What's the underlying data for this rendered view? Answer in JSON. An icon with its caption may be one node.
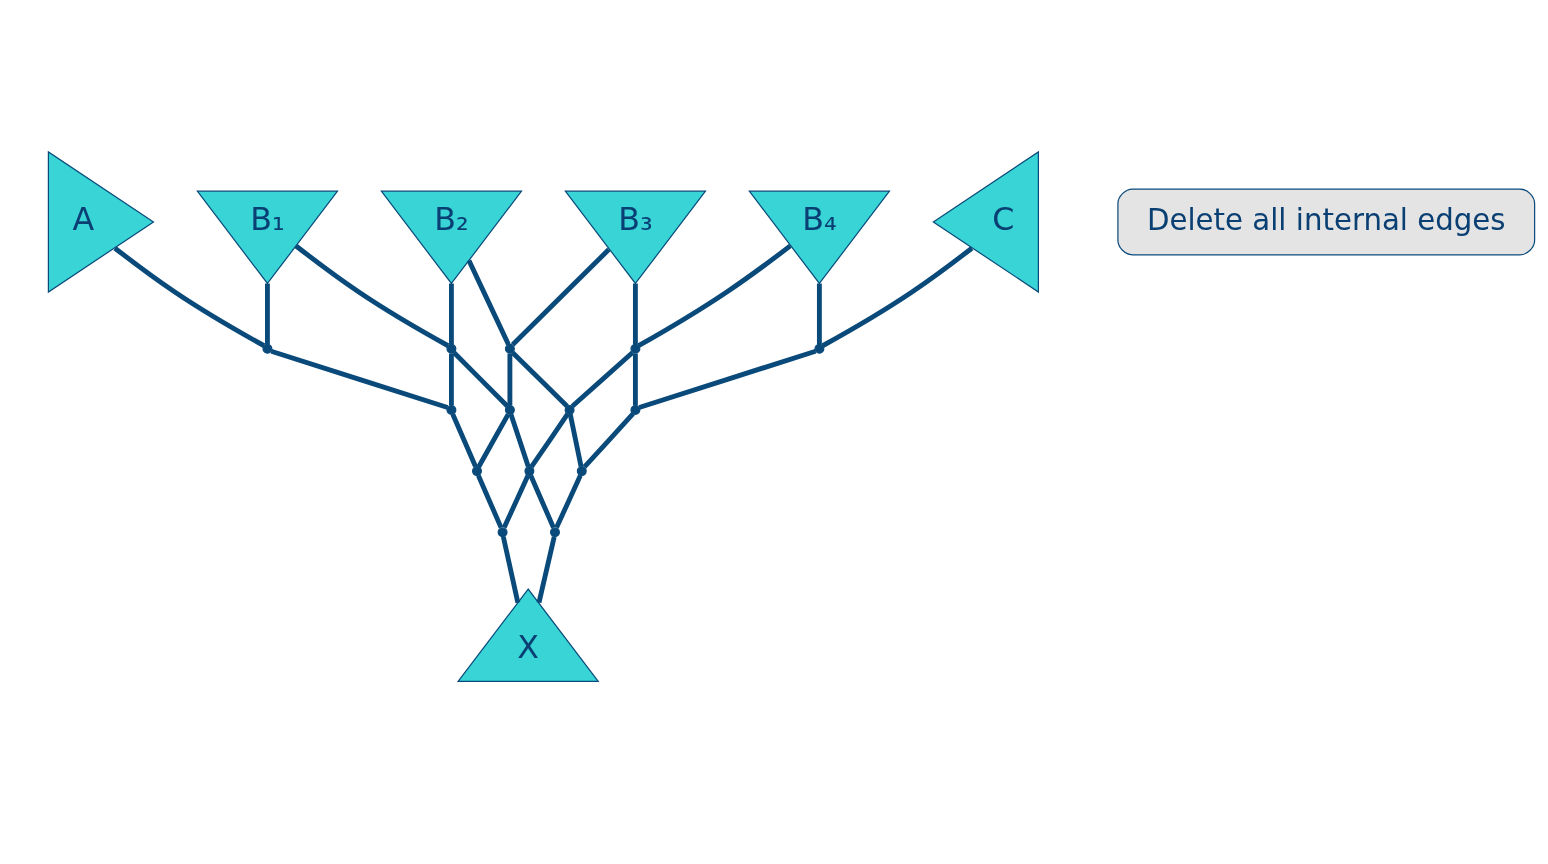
{
  "diagram": {
    "nodes": [
      {
        "text": [
          "A"
        ]
      },
      {
        "text": [
          "B₁"
        ]
      },
      {
        "text": [
          "B₂"
        ]
      },
      {
        "text": [
          "B₃"
        ]
      },
      {
        "text": [
          "B₄"
        ]
      },
      {
        "text": [
          "C"
        ]
      },
      {
        "text": [
          "X"
        ]
      },
      {
        "text": [
          "Delete all internal edges"
        ]
      },
      {
        "text": [],
        "shape": "point"
      },
      {
        "text": [],
        "shape": "point"
      },
      {
        "text": [],
        "shape": "point"
      },
      {
        "text": [],
        "shape": "point"
      },
      {
        "text": [],
        "shape": "point"
      },
      {
        "text": [],
        "shape": "point"
      },
      {
        "text": [],
        "shape": "point"
      },
      {
        "text": [],
        "shape": "point"
      },
      {
        "text": [],
        "shape": "point"
      },
      {
        "text": [],
        "shape": "point"
      },
      {
        "text": [],
        "shape": "point"
      },
      {
        "text": [],
        "shape": "point"
      },
      {
        "text": [],
        "shape": "point"
      },
      {
        "text": [],
        "shape": "point"
      }
    ],
    "edges": [
      {
        "from": 0,
        "to": 8,
        "arrow": "none"
      },
      {
        "from": 5,
        "to": 12,
        "arrow": "none"
      },
      {
        "from": 1,
        "to": 8,
        "arrow": "none"
      },
      {
        "from": 8,
        "to": 13,
        "arrow": "none"
      },
      {
        "from": 1,
        "to": 9,
        "arrow": "none"
      },
      {
        "from": 2,
        "to": 9,
        "arrow": "none"
      },
      {
        "from": 2,
        "to": 10,
        "arrow": "none"
      },
      {
        "from": 3,
        "to": 10,
        "arrow": "none"
      },
      {
        "from": 3,
        "to": 11,
        "arrow": "none"
      },
      {
        "from": 4,
        "to": 11,
        "arrow": "none"
      },
      {
        "from": 4,
        "to": 12,
        "arrow": "none"
      },
      {
        "from": 9,
        "to": 13,
        "arrow": "none"
      },
      {
        "from": 9,
        "to": 14,
        "arrow": "none"
      },
      {
        "from": 10,
        "to": 14,
        "arrow": "none"
      },
      {
        "from": 10,
        "to": 15,
        "arrow": "none"
      },
      {
        "from": 11,
        "to": 15,
        "arrow": "none"
      },
      {
        "from": 11,
        "to": 16,
        "arrow": "none"
      },
      {
        "from": 12,
        "to": 16,
        "arrow": "none"
      },
      {
        "from": 13,
        "to": 17,
        "arrow": "none"
      },
      {
        "from": 14,
        "to": 17,
        "arrow": "none"
      },
      {
        "from": 14,
        "to": 18,
        "arrow": "none"
      },
      {
        "from": 15,
        "to": 18,
        "arrow": "none"
      },
      {
        "from": 15,
        "to": 19,
        "arrow": "none"
      },
      {
        "from": 16,
        "to": 19,
        "arrow": "none"
      },
      {
        "from": 17,
        "to": 20,
        "arrow": "none"
      },
      {
        "from": 18,
        "to": 20,
        "arrow": "none"
      },
      {
        "from": 18,
        "to": 21,
        "arrow": "none"
      },
      {
        "from": 19,
        "to": 21,
        "arrow": "none"
      },
      {
        "from": 20,
        "to": 6,
        "arrow": "none"
      },
      {
        "from": 21,
        "to": 6,
        "arrow": "none"
      }
    ]
  }
}
